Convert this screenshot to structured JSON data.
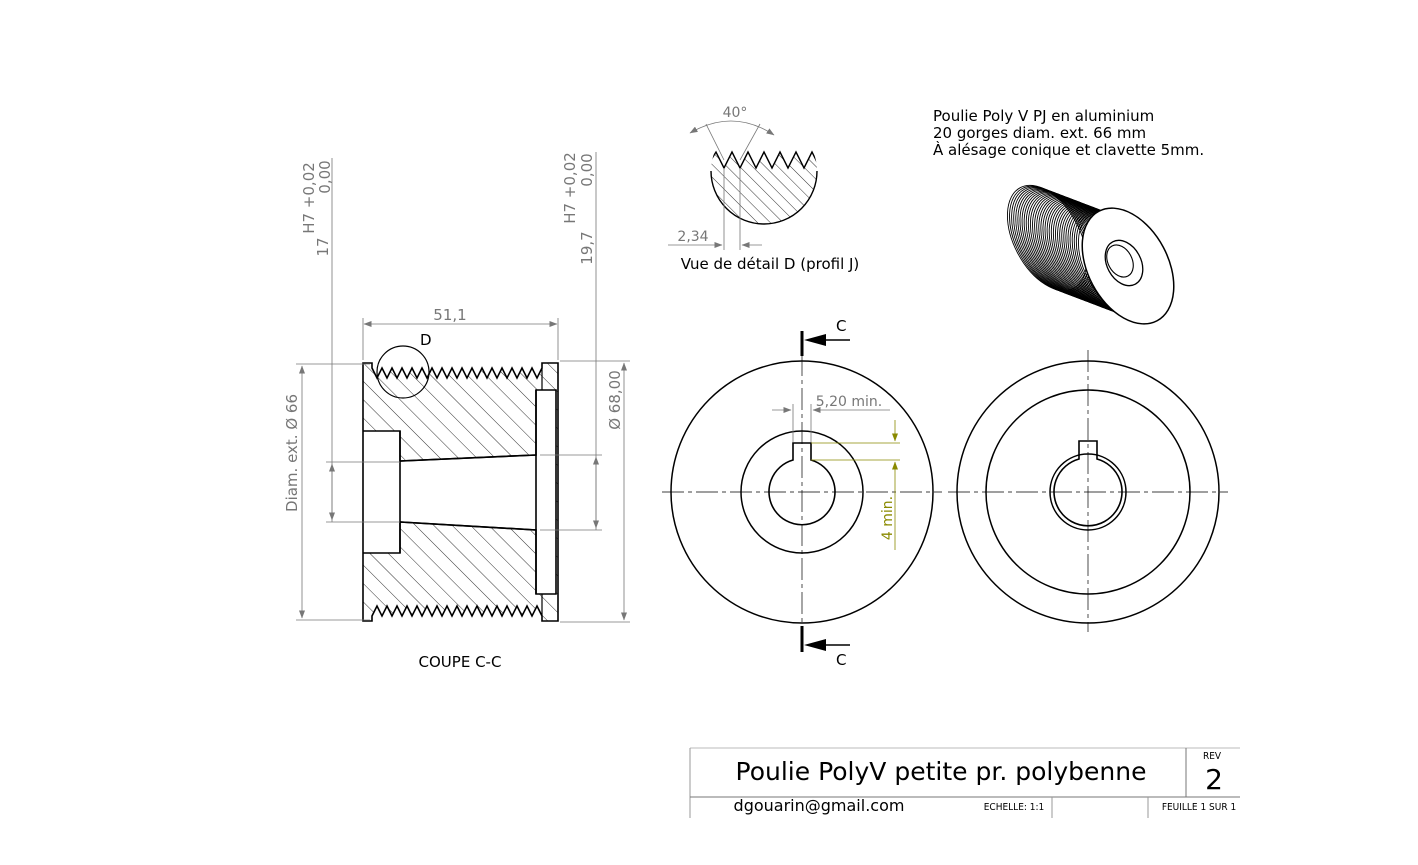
{
  "section_view": {
    "label": "COUPE C-C",
    "detail_marker": "D",
    "width_dim": "51,1",
    "outer_dia": "Diam. ext. Ø 66",
    "flange_dia": "Ø 68,00",
    "bore_small": {
      "nominal": "17",
      "tol_upper": "H7 +0,02",
      "tol_lower": "0,00"
    },
    "bore_large": {
      "nominal": "19,7",
      "tol_upper": "H7 +0,02",
      "tol_lower": "0,00"
    }
  },
  "detail_view": {
    "label": "Vue de détail D (profil J)",
    "angle": "40°",
    "pitch": "2,34"
  },
  "front_view": {
    "section_letter_top": "C",
    "section_letter_bottom": "C",
    "keyway_width": "5,20 min.",
    "keyway_depth": "4 min."
  },
  "notes": {
    "line1": "Poulie Poly V PJ en aluminium",
    "line2": "20 gorges diam. ext. 66 mm",
    "line3": "À alésage conique et clavette 5mm."
  },
  "title_block": {
    "title": "Poulie PolyV petite pr. polybenne",
    "rev_label": "REV",
    "rev_value": "2",
    "author": "dgouarin@gmail.com",
    "scale": "ECHELLE: 1:1",
    "sheet": "FEUILLE 1 SUR 1"
  }
}
